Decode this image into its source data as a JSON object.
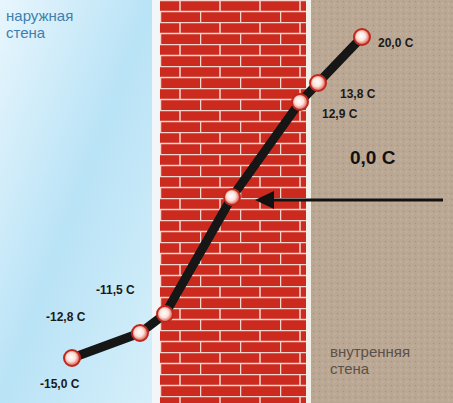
{
  "diagram": {
    "labels": [
      "наружная стена",
      "20,0 С",
      "13,8 С",
      "12,9 С",
      "0,0 С",
      "-11,5 С",
      "-12,8 С",
      "-15,0 С",
      "внутренняя стена"
    ]
  }
}
